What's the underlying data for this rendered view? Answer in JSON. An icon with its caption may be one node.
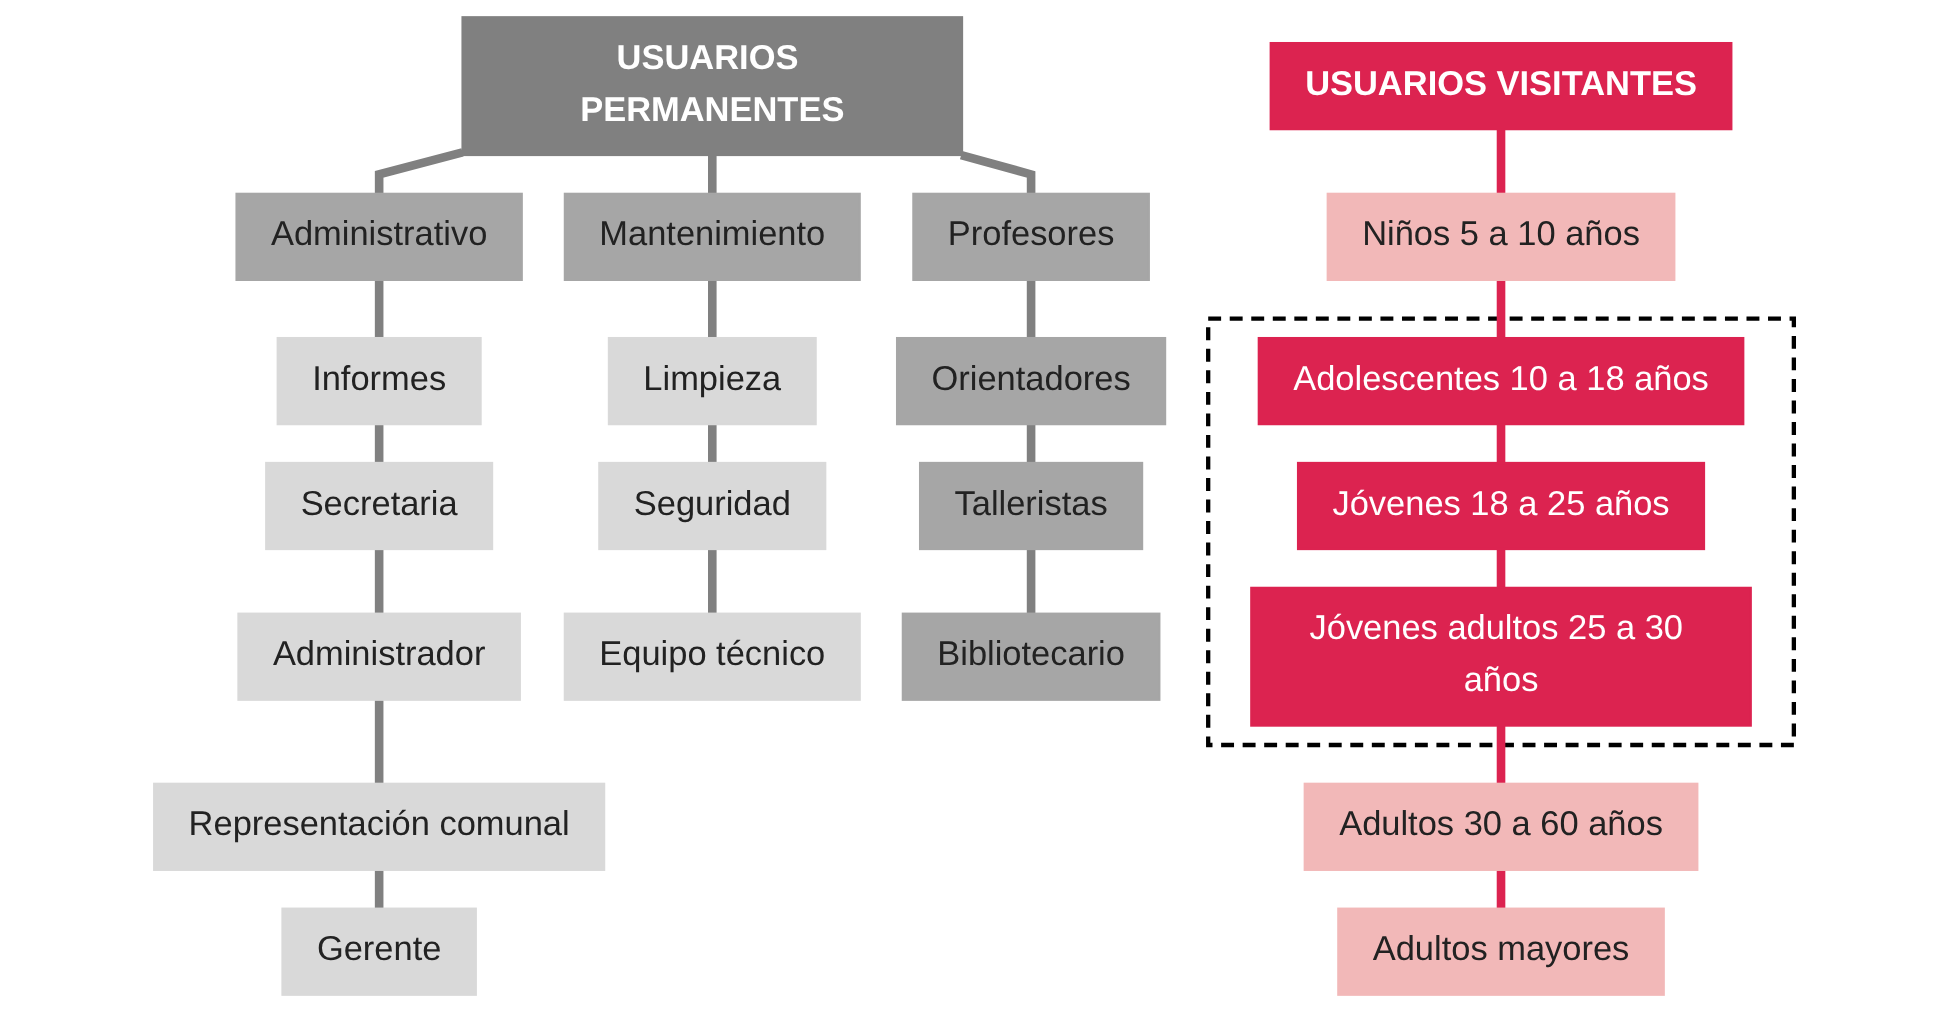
{
  "diagram": {
    "nodes": [
      {
        "text": [
          "USUARIOS PERMANENTES"
        ]
      },
      {
        "text": [
          "Mantenimiento"
        ]
      },
      {
        "text": [
          "Profesores"
        ]
      },
      {
        "text": [
          "Administrativo"
        ]
      },
      {
        "text": [
          "Limpieza"
        ]
      },
      {
        "text": [
          "Seguridad"
        ]
      },
      {
        "text": [
          "Equipo técnico"
        ]
      },
      {
        "text": [
          "Orientadores"
        ]
      },
      {
        "text": [
          "Talleristas"
        ]
      },
      {
        "text": [
          "Bibliotecario"
        ]
      },
      {
        "text": [
          "Informes"
        ]
      },
      {
        "text": [
          "Secretaria"
        ]
      },
      {
        "text": [
          "Administrador"
        ]
      },
      {
        "text": [
          "Representación comunal"
        ]
      },
      {
        "text": [
          "Gerente"
        ]
      },
      {
        "text": [
          "USUARIOS VISITANTES"
        ]
      },
      {
        "text": [
          "Niños 5 a 10 años"
        ]
      },
      {
        "text": [],
        "shape": "box"
      },
      {
        "text": [
          "Adolescentes 10 a 18 años"
        ],
        "in": 17
      },
      {
        "text": [
          "Jóvenes 18 a 25 años"
        ],
        "in": 17
      },
      {
        "text": [
          "Jóvenes adultos 25 a 30 años"
        ],
        "in": 17
      },
      {
        "text": [
          "Adultos 30 a 60 años"
        ]
      },
      {
        "text": [
          "Adultos mayores"
        ]
      }
    ],
    "edges": [
      {
        "from": 0,
        "to": 1,
        "arrow": "none"
      },
      {
        "from": 0,
        "to": 2,
        "arrow": "none"
      },
      {
        "from": 0,
        "to": 3,
        "arrow": "none"
      },
      {
        "from": 1,
        "to": 4,
        "arrow": "none"
      },
      {
        "from": 4,
        "to": 5,
        "arrow": "none"
      },
      {
        "from": 5,
        "to": 6,
        "arrow": "none"
      },
      {
        "from": 2,
        "to": 7,
        "arrow": "none"
      },
      {
        "from": 7,
        "to": 8,
        "arrow": "none"
      },
      {
        "from": 8,
        "to": 9,
        "arrow": "none"
      },
      {
        "from": 3,
        "to": 10,
        "arrow": "none"
      },
      {
        "from": 10,
        "to": 11,
        "arrow": "none"
      },
      {
        "from": 11,
        "to": 12,
        "arrow": "none"
      },
      {
        "from": 12,
        "to": 13,
        "arrow": "none"
      },
      {
        "from": 13,
        "to": 14,
        "arrow": "none"
      },
      {
        "from": 15,
        "to": 16,
        "arrow": "none",
        "color": "#dc2350"
      },
      {
        "from": 16,
        "to": 18,
        "arrow": "none",
        "color": "#dc2350"
      },
      {
        "from": 18,
        "to": 19,
        "arrow": "none",
        "color": "#dc2350"
      },
      {
        "from": 19,
        "to": 20,
        "arrow": "none",
        "color": "#dc2350"
      },
      {
        "from": 20,
        "to": 21,
        "arrow": "none",
        "color": "#dc2350"
      },
      {
        "from": 21,
        "to": 22,
        "arrow": "none",
        "color": "#dc2350"
      }
    ]
  }
}
